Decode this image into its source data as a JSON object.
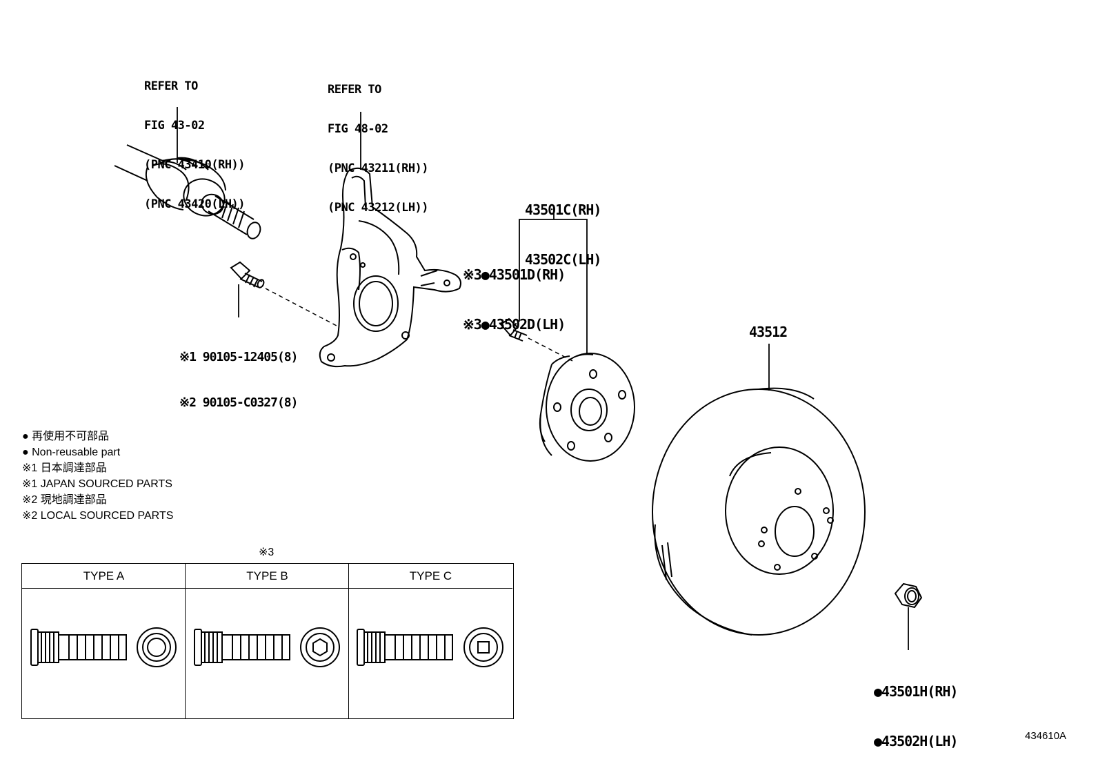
{
  "callouts": {
    "driveshaft": [
      "REFER TO",
      "FIG 43-02",
      "(PNC 43410(RH))",
      "(PNC 43420(LH))"
    ],
    "knuckle": [
      "REFER TO",
      "FIG 48-02",
      "(PNC 43211(RH))",
      "(PNC 43212(LH))"
    ],
    "hub": [
      "43501C(RH)",
      "43502C(LH)"
    ],
    "hub_bolt": [
      "※3●43501D(RH)",
      "※3●43502D(LH)"
    ],
    "knuckle_bolt": [
      "※1 90105-12405(8)",
      "※2 90105-C0327(8)"
    ],
    "disc": "43512",
    "nut": [
      "●43501H(RH)",
      "●43502H(LH)"
    ]
  },
  "legend": [
    "● 再使用不可部品",
    "● Non-reusable part",
    "※1 日本調達部品",
    "※1 JAPAN SOURCED PARTS",
    "※2 現地調達部品",
    "※2 LOCAL SOURCED PARTS"
  ],
  "type_table": {
    "caption": "※3",
    "columns": [
      "TYPE A",
      "TYPE B",
      "TYPE C"
    ]
  },
  "figure_id": "434610A"
}
